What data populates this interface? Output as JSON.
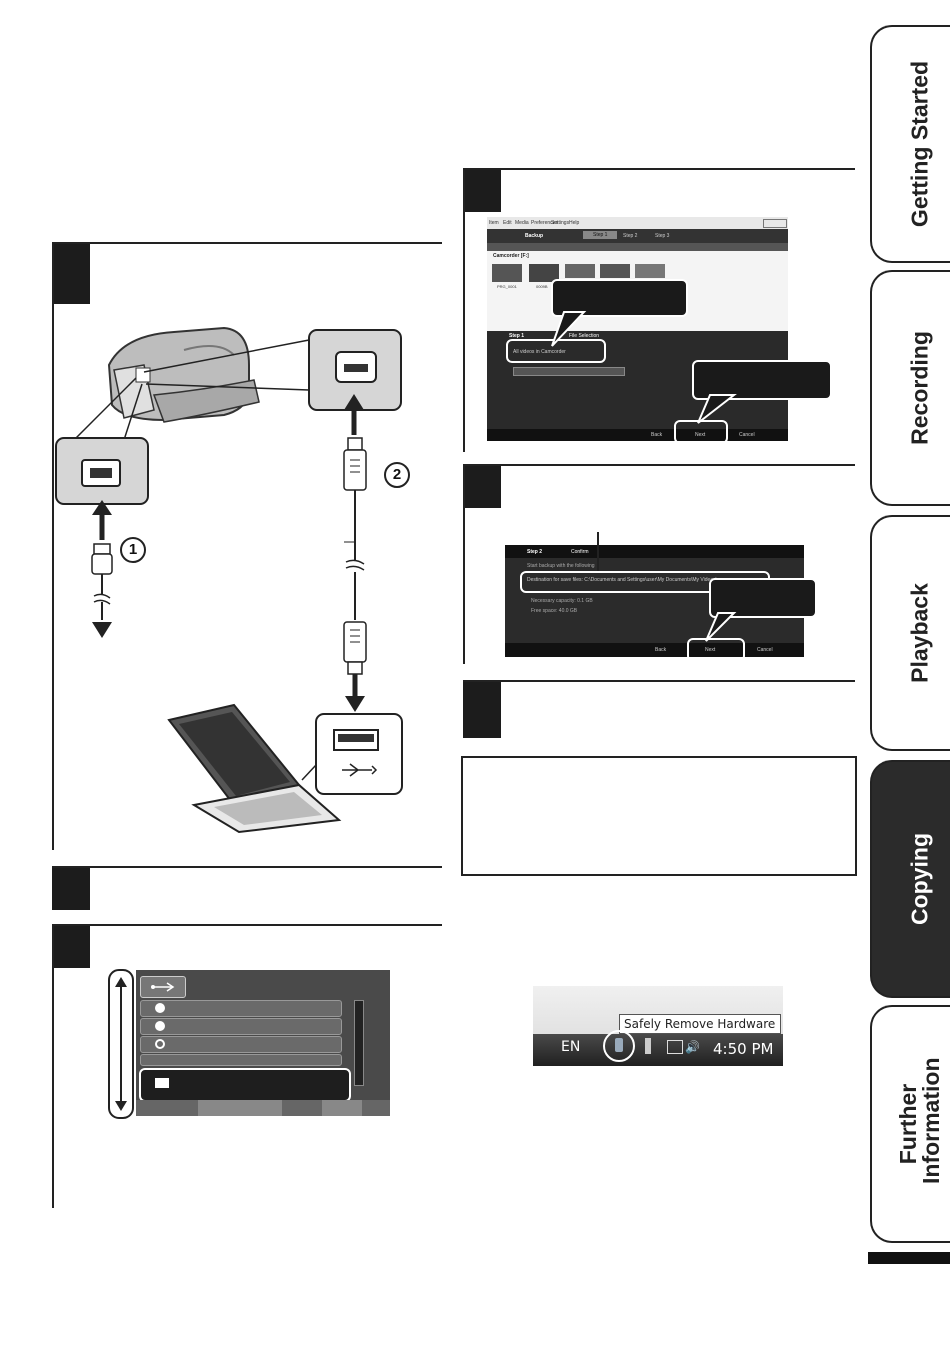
{
  "tabs": [
    {
      "label": "Getting Started",
      "active": false
    },
    {
      "label": "Recording",
      "active": false
    },
    {
      "label": "Playback",
      "active": false
    },
    {
      "label": "Copying",
      "active": true
    },
    {
      "label": "Further Information",
      "active": false
    }
  ],
  "connection": {
    "marker_1": "1",
    "marker_2": "2"
  },
  "backup_screen": {
    "menu": [
      "Item",
      "Edit",
      "Media",
      "Preferences",
      "Settings",
      "Help"
    ],
    "title": "Backup",
    "steps": [
      "Step 1",
      "Step 2",
      "Step 3"
    ],
    "source": "Camcorder [F:]",
    "thumb_labels": [
      "PRG_0001",
      "0009B"
    ],
    "step_tab": "Step 1",
    "step_tab_right": "File Selection",
    "option": "All videos in Camcorder",
    "buttons": [
      "Back",
      "Next",
      "Cancel"
    ]
  },
  "confirm_screen": {
    "step": "Step 2",
    "tab": "Confirm",
    "line1": "Start backup with the following",
    "destination": "Destination for save files: C:\\Documents and Settings\\user\\My Documents\\My Videos\\...",
    "capacity": "Necessary capacity: 0.1 GB",
    "free": "Free space: 40.0 GB",
    "buttons": [
      "Back",
      "Next",
      "Cancel"
    ]
  },
  "taskbar": {
    "tooltip": "Safely Remove Hardware",
    "language": "EN",
    "time": "4:50 PM"
  }
}
